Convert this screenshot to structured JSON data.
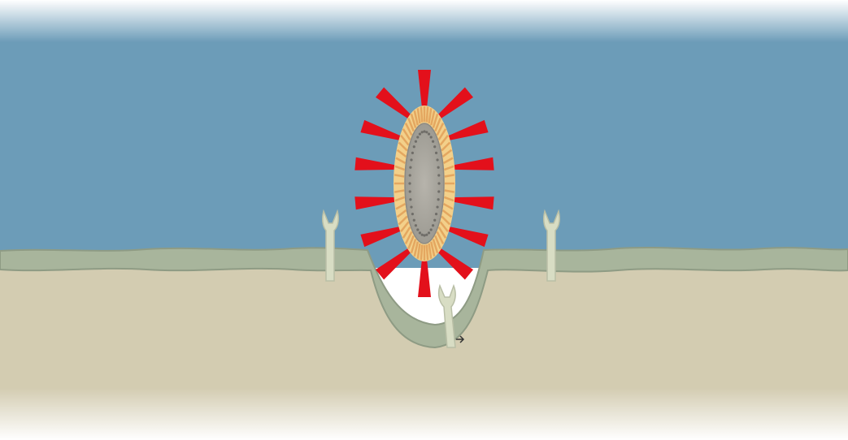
{
  "diagram": {
    "subject": "",
    "colors": {
      "extracellular": "#6c9cb8",
      "membrane": "#a8b59c",
      "membrane_edge": "#8e9b84",
      "cytoplasm": "#d3ccb1",
      "receptor": "#d8ddc4",
      "virus_envelope": "#f3d08a",
      "virus_envelope_stripe": "#e4a760",
      "virus_core": "#a8a8a2",
      "spike": "#e3101b"
    },
    "elements": [
      {
        "name": "extracellular-space",
        "kind": "region"
      },
      {
        "name": "cell-membrane",
        "kind": "membrane"
      },
      {
        "name": "cytoplasm",
        "kind": "region"
      },
      {
        "name": "receptor-left",
        "kind": "receptor"
      },
      {
        "name": "receptor-right",
        "kind": "receptor"
      },
      {
        "name": "receptor-bound",
        "kind": "receptor"
      },
      {
        "name": "virus-particle",
        "kind": "virus"
      },
      {
        "name": "membrane-invagination",
        "kind": "membrane"
      }
    ]
  }
}
